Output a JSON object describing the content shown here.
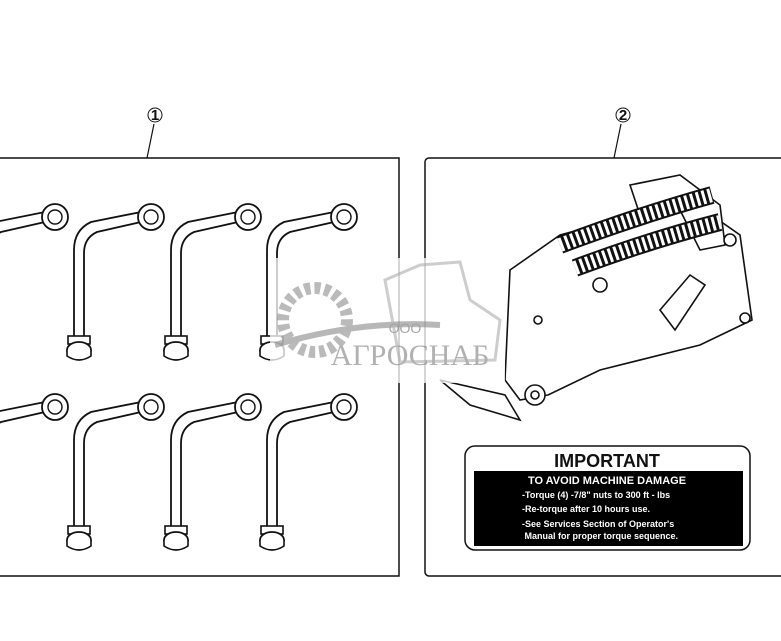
{
  "callouts": [
    {
      "label": "1"
    },
    {
      "label": "2"
    }
  ],
  "decal": {
    "title": "IMPORTANT",
    "heading": "TO AVOID MACHINE DAMAGE",
    "lines": [
      "-Torque (4) -7/8\" nuts to 300 ft - lbs",
      "-Re-torque after 10 hours use.",
      "-See Services Section of  Operator's",
      " Manual for proper torque sequence."
    ]
  },
  "watermark": {
    "prefix": "ООО",
    "name": "АГРОСНАБ"
  },
  "colors": {
    "line": "#111111",
    "watermark": "#a9a9a9",
    "decal_bg": "#000000"
  }
}
